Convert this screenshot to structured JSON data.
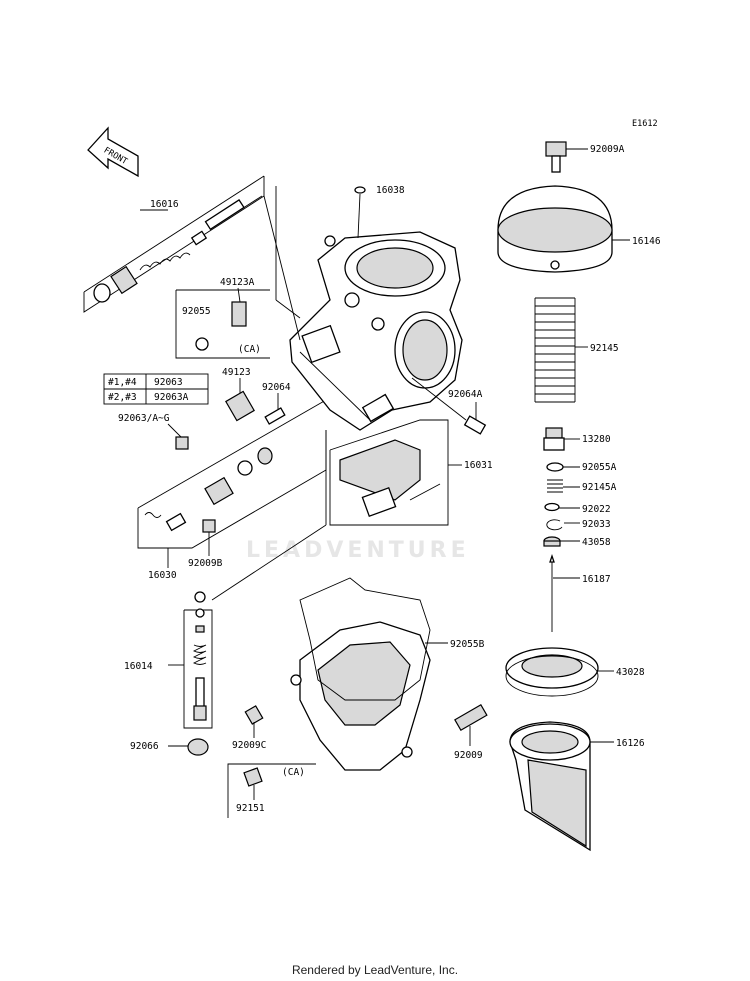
{
  "diagram_code": "E1612",
  "front_label": "FRONT",
  "watermark": "LEADVENTURE",
  "footer": "Rendered by LeadVenture, Inc.",
  "parts": {
    "p16016": "16016",
    "p16038": "16038",
    "p92009A": "92009A",
    "p16146": "16146",
    "p49123A": "49123A",
    "p92055": "92055",
    "ca1": "(CA)",
    "p92145": "92145",
    "p49123": "49123",
    "p92064": "92064",
    "p92064A": "92064A",
    "p92063_range": "92063/A~G",
    "p13280": "13280",
    "p16031": "16031",
    "p92055A": "92055A",
    "p92145A": "92145A",
    "p92022": "92022",
    "p92033": "92033",
    "p43058": "43058",
    "p16030": "16030",
    "p92009B": "92009B",
    "p16187": "16187",
    "p92055B": "92055B",
    "p16014": "16014",
    "p43028": "43028",
    "p92066": "92066",
    "p92009C": "92009C",
    "p92009": "92009",
    "p16126": "16126",
    "ca2": "(CA)",
    "p92151": "92151"
  },
  "table": {
    "rows": [
      {
        "cyl": "#1,#4",
        "part": "92063"
      },
      {
        "cyl": "#2,#3",
        "part": "92063A"
      }
    ]
  }
}
